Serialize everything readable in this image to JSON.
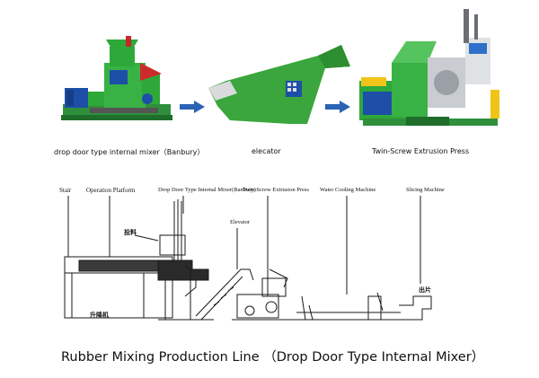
{
  "machines": [
    {
      "id": "mixer",
      "caption": "drop door type internal mixer（Banbury）"
    },
    {
      "id": "elevator",
      "caption": "elecator"
    },
    {
      "id": "extruder",
      "caption": "Twin-Screw Extrusion Press"
    }
  ],
  "layout_labels": {
    "stair": "Stair",
    "operation_platform": "Operation Platform",
    "mixer": "Drop Door Type Internal Mixer(Banbury)",
    "elevator": "Elevator",
    "extruder": "Twin-Screw Extrusion Press",
    "water_cooling": "Water Cooling Machine",
    "slicing": "Slicing Machine",
    "feeding_cjk": "投料",
    "lift_cjk": "升降机",
    "output_cjk": "出片"
  },
  "title": "Rubber Mixing Production Line （Drop Door Type Internal Mixer）",
  "colors": {
    "machine_green": "#2fa83a",
    "machine_blue": "#1d4fa8",
    "arrow_blue": "#2a63b4",
    "drawing_line": "#1a1a1a"
  }
}
